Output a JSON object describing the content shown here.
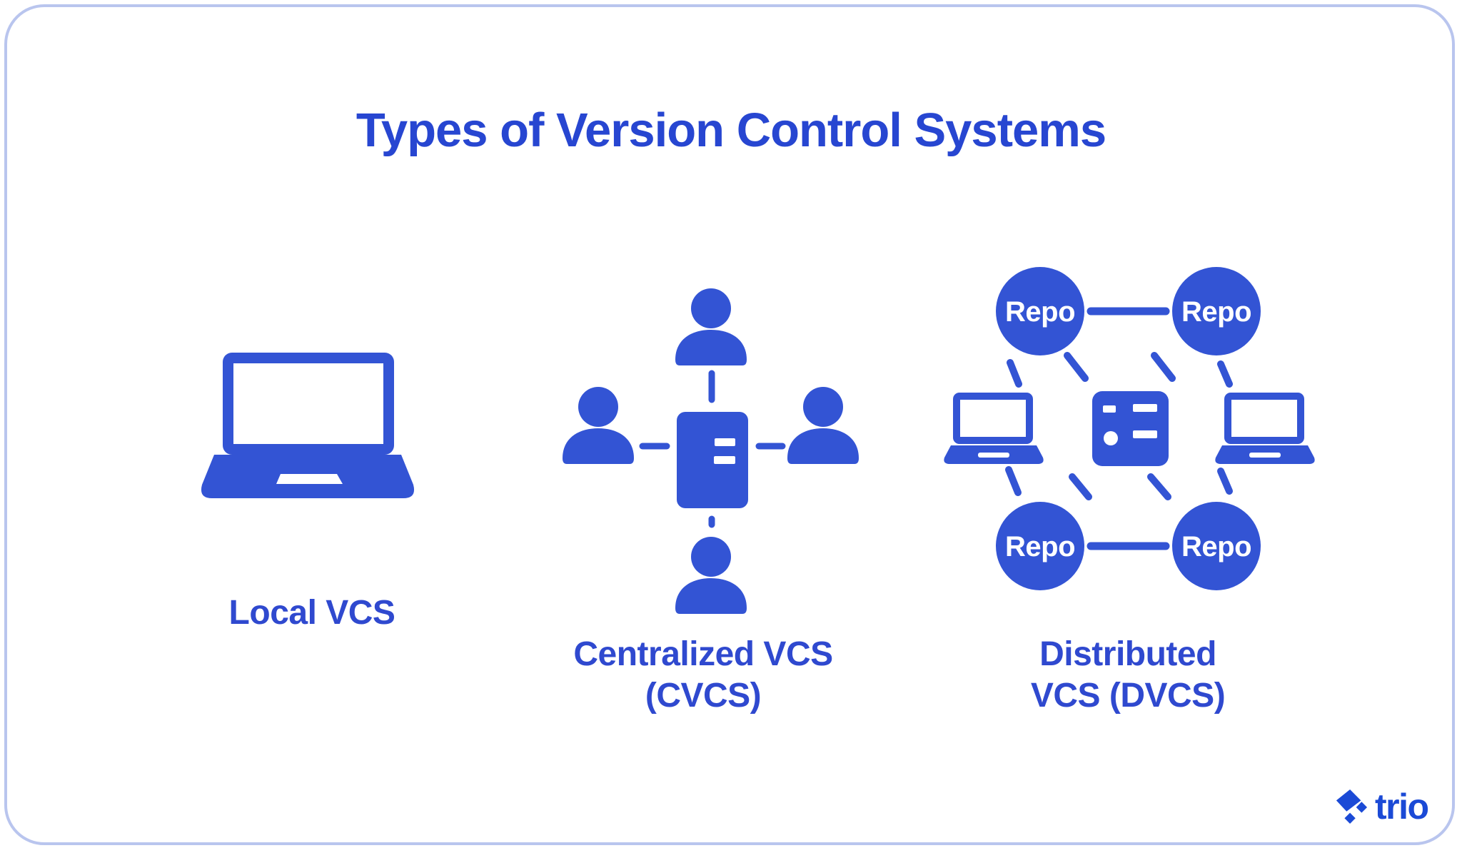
{
  "title": "Types of Version Control Systems",
  "colors": {
    "title-text": "#2746d1",
    "label-text": "#2f49cf",
    "icon-blue": "#3354d4",
    "logo-blue": "#1b4ad6",
    "frame-border": "#b9c5ee",
    "canvas-bg": "#ffffff"
  },
  "sections": {
    "local": {
      "label": "Local VCS",
      "icon": "laptop-icon"
    },
    "centralized": {
      "label_line1": "Centralized VCS",
      "label_line2": "(CVCS)",
      "user_count": 4,
      "icons": [
        "user-icon",
        "server-icon"
      ]
    },
    "distributed": {
      "label_line1": "Distributed",
      "label_line2": "VCS (DVCS)",
      "repo_label": "Repo",
      "repo_count": 4,
      "icons": [
        "repo-node",
        "laptop-icon",
        "server-icon"
      ]
    }
  },
  "logo": {
    "text": "trio",
    "icon": "trio-diamonds-icon"
  }
}
